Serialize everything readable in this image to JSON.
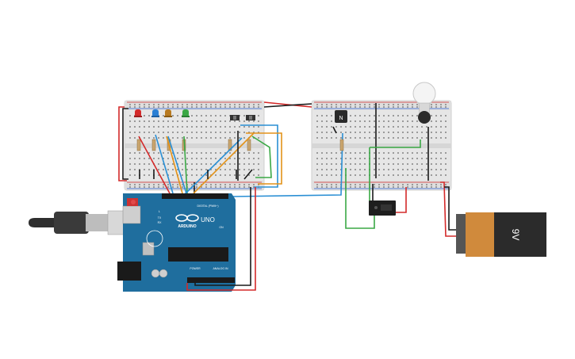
{
  "arduino": {
    "brand": "ARDUINO",
    "model": "UNO",
    "digital_label": "DIGITAL (PWM~)",
    "power_label": "POWER",
    "analog_label": "ANALOG IN",
    "tx": "TX",
    "rx": "RX",
    "l": "L",
    "on": "ON",
    "aref": "AREF",
    "gnd": "GND"
  },
  "battery": {
    "label": "9V"
  },
  "transistor": {
    "label": "N"
  },
  "colors": {
    "breadboard": "#e9e9e9",
    "board_blue": "#1f6e9e",
    "wire_red": "#d42a2a",
    "wire_black": "#1a1a1a",
    "wire_blue": "#2a8fd4",
    "wire_green": "#3aa845",
    "wire_orange": "#e39218",
    "battery_orange": "#d08a3c",
    "battery_black": "#2b2b2b"
  },
  "leds": [
    "red",
    "blue",
    "orange",
    "green"
  ]
}
